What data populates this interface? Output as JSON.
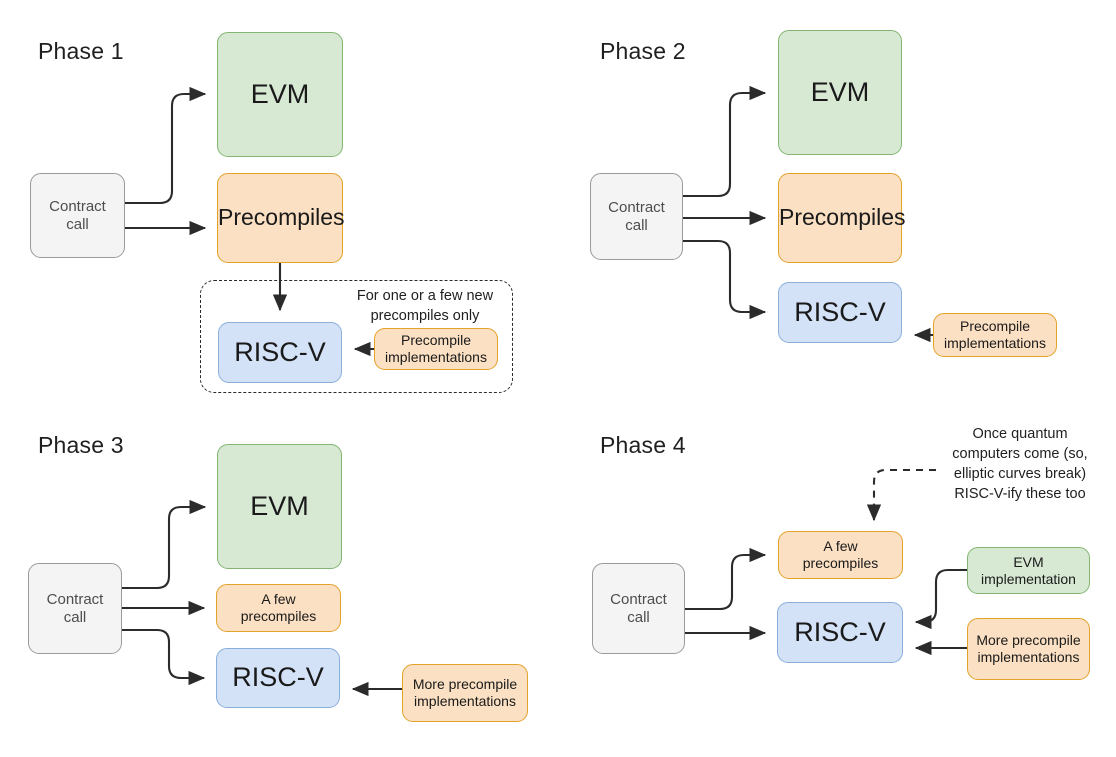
{
  "diagram": {
    "title_prefix": "Phase",
    "colors": {
      "grey_fill": "#f4f4f4",
      "grey_stroke": "#9a9a9a",
      "green_fill": "#d7e8d3",
      "green_stroke": "#83b673",
      "orange_fill": "#fbe0c3",
      "orange_stroke": "#e3a22a",
      "blue_fill": "#d3e2f7",
      "blue_stroke": "#8aafda",
      "edge": "#333333",
      "text": "#1f1f1f"
    }
  },
  "phases": {
    "p1": {
      "title": "Phase 1",
      "contract_call": "Contract\ncall",
      "evm": "EVM",
      "precompiles": "Precompiles",
      "riscv": "RISC-V",
      "precompile_impl": "Precompile\nimplementations",
      "group_note": "For one or a few new\nprecompiles only"
    },
    "p2": {
      "title": "Phase 2",
      "contract_call": "Contract\ncall",
      "evm": "EVM",
      "precompiles": "Precompiles",
      "riscv": "RISC-V",
      "precompile_impl": "Precompile\nimplementations"
    },
    "p3": {
      "title": "Phase 3",
      "contract_call": "Contract\ncall",
      "evm": "EVM",
      "a_few_precompiles": "A few\nprecompiles",
      "riscv": "RISC-V",
      "more_precompile_impl": "More precompile\nimplementations"
    },
    "p4": {
      "title": "Phase 4",
      "contract_call": "Contract\ncall",
      "a_few_precompiles": "A few\nprecompiles",
      "riscv": "RISC-V",
      "evm_impl": "EVM\nimplementation",
      "more_precompile_impl": "More precompile\nimplementations",
      "quantum_note": "Once quantum\ncomputers come (so,\nelliptic curves break)\nRISC-V-ify these too"
    }
  }
}
